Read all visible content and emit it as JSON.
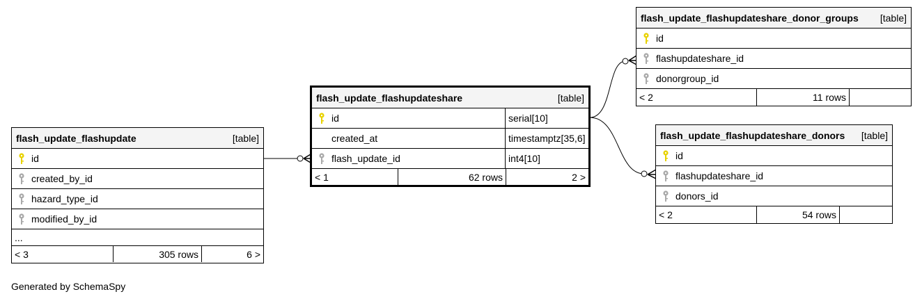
{
  "tables": {
    "flashupdate": {
      "name": "flash_update_flashupdate",
      "kind": "[table]",
      "columns": [
        {
          "name": "id",
          "key": "primary"
        },
        {
          "name": "created_by_id",
          "key": "foreign"
        },
        {
          "name": "hazard_type_id",
          "key": "foreign"
        },
        {
          "name": "modified_by_id",
          "key": "foreign"
        }
      ],
      "more": "...",
      "footer": {
        "parents": "< 3",
        "rows": "305 rows",
        "children": "6 >"
      }
    },
    "flashupdateshare": {
      "name": "flash_update_flashupdateshare",
      "kind": "[table]",
      "columns": [
        {
          "name": "id",
          "type": "serial[10]",
          "key": "primary"
        },
        {
          "name": "created_at",
          "type": "timestamptz[35,6]",
          "key": "none"
        },
        {
          "name": "flash_update_id",
          "type": "int4[10]",
          "key": "foreign"
        }
      ],
      "footer": {
        "parents": "< 1",
        "rows": "62 rows",
        "children": "2 >"
      }
    },
    "donor_groups": {
      "name": "flash_update_flashupdateshare_donor_groups",
      "kind": "[table]",
      "columns": [
        {
          "name": "id",
          "key": "primary"
        },
        {
          "name": "flashupdateshare_id",
          "key": "foreign"
        },
        {
          "name": "donorgroup_id",
          "key": "foreign"
        }
      ],
      "footer": {
        "parents": "< 2",
        "rows": "11 rows",
        "children": ""
      }
    },
    "donors": {
      "name": "flash_update_flashupdateshare_donors",
      "kind": "[table]",
      "columns": [
        {
          "name": "id",
          "key": "primary"
        },
        {
          "name": "flashupdateshare_id",
          "key": "foreign"
        },
        {
          "name": "donors_id",
          "key": "foreign"
        }
      ],
      "footer": {
        "parents": "< 2",
        "rows": "54 rows",
        "children": ""
      }
    }
  },
  "colors": {
    "primary_key": "#e8d200",
    "foreign_key": "#aaaaaa",
    "header_bg": "#f4f4f4"
  },
  "footer_note": "Generated by SchemaSpy"
}
